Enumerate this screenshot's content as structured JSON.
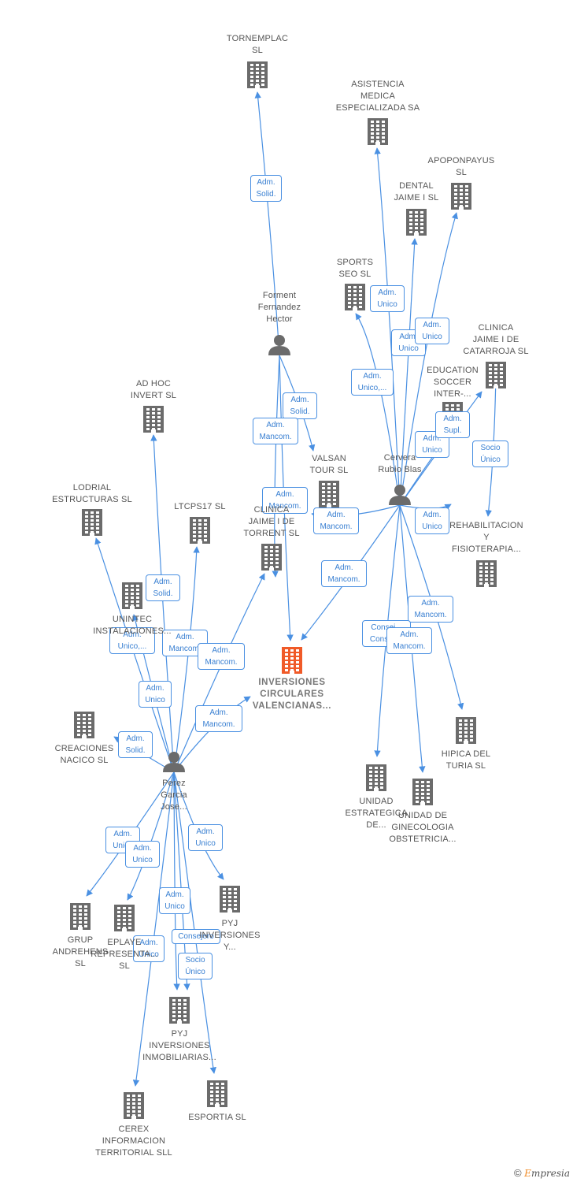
{
  "colors": {
    "edge": "#4a90e2",
    "company": "#6b6b6b",
    "person": "#6b6b6b",
    "focus": "#f05a28"
  },
  "copyright": {
    "symbol": "©",
    "brand_initial": "E",
    "brand_rest": "mpresia"
  },
  "nodes": [
    {
      "id": "tornemplac",
      "type": "company",
      "label": [
        "TORNEMPLAC",
        "SL"
      ]
    },
    {
      "id": "asistencia",
      "type": "company",
      "label": [
        "ASISTENCIA",
        "MEDICA",
        "ESPECIALIZADA SA"
      ]
    },
    {
      "id": "apoponpayus",
      "type": "company",
      "label": [
        "APOPONPAYUS",
        "SL"
      ]
    },
    {
      "id": "dental",
      "type": "company",
      "label": [
        "DENTAL",
        "JAIME I SL"
      ]
    },
    {
      "id": "sports",
      "type": "company",
      "label": [
        "SPORTS",
        "SEO  SL"
      ]
    },
    {
      "id": "clinica_catarroja",
      "type": "company",
      "label": [
        "CLINICA",
        "JAIME I DE",
        "CATARROJA SL"
      ]
    },
    {
      "id": "education",
      "type": "company",
      "label": [
        "EDUCATION",
        "SOCCER",
        "INTER-..."
      ]
    },
    {
      "id": "forment",
      "type": "person",
      "label": [
        "Forment",
        "Fernandez",
        "Hector"
      ]
    },
    {
      "id": "adhoc",
      "type": "company",
      "label": [
        "AD HOC",
        "INVERT  SL"
      ]
    },
    {
      "id": "valsan",
      "type": "company",
      "label": [
        "VALSAN",
        "TOUR  SL"
      ]
    },
    {
      "id": "cervera",
      "type": "person",
      "label": [
        "Cervera",
        "Rubio Blas"
      ]
    },
    {
      "id": "lodrial",
      "type": "company",
      "label": [
        "LODRIAL",
        "ESTRUCTURAS SL"
      ]
    },
    {
      "id": "ltcps",
      "type": "company",
      "label": [
        "LTCPS17  SL"
      ]
    },
    {
      "id": "clinica_torrent",
      "type": "company",
      "label": [
        "CLINICA",
        "JAIME I DE",
        "TORRENT  SL"
      ]
    },
    {
      "id": "rehabilitacion",
      "type": "company",
      "label": [
        "REHABILITACION",
        "Y",
        "FISIOTERAPIA..."
      ]
    },
    {
      "id": "unintec",
      "type": "company",
      "label": [
        "UNINTEC",
        "INSTALACIONES..."
      ]
    },
    {
      "id": "inversiones",
      "type": "focus",
      "label": [
        "INVERSIONES",
        "CIRCULARES",
        "VALENCIANAS..."
      ]
    },
    {
      "id": "creaciones",
      "type": "company",
      "label": [
        "CREACIONES",
        "NACICO  SL"
      ]
    },
    {
      "id": "perez",
      "type": "person",
      "label": [
        "Perez",
        "Garcia",
        "Jose..."
      ]
    },
    {
      "id": "hipica",
      "type": "company",
      "label": [
        "HIPICA DEL",
        "TURIA SL"
      ]
    },
    {
      "id": "unidad_estrategica",
      "type": "company",
      "label": [
        "UNIDAD",
        "ESTRATEGICA",
        "DE..."
      ]
    },
    {
      "id": "unidad_ginecologia",
      "type": "company",
      "label": [
        "UNIDAD DE",
        "GINECOLOGIA",
        "OBSTETRICIA..."
      ]
    },
    {
      "id": "pyj_inversiones",
      "type": "company",
      "label": [
        "PYJ",
        "INVERSIONES",
        "Y..."
      ]
    },
    {
      "id": "grup",
      "type": "company",
      "label": [
        "GRUP",
        "ANDREHENS",
        "SL"
      ]
    },
    {
      "id": "eplaye",
      "type": "company",
      "label": [
        "EPLAYE",
        "REPRESENTA...",
        "SL"
      ]
    },
    {
      "id": "pyj_inmobiliarias",
      "type": "company",
      "label": [
        "PYJ",
        "INVERSIONES",
        "INMOBILIARIAS..."
      ]
    },
    {
      "id": "cerex",
      "type": "company",
      "label": [
        "CEREX",
        "INFORMACION",
        "TERRITORIAL SLL"
      ]
    },
    {
      "id": "esportia",
      "type": "company",
      "label": [
        "ESPORTIA  SL"
      ]
    }
  ],
  "edges": [
    {
      "from": "forment",
      "to": "tornemplac",
      "label": [
        "Adm.",
        "Solid."
      ]
    },
    {
      "from": "forment",
      "to": "valsan",
      "label": [
        "Adm.",
        "Solid."
      ]
    },
    {
      "from": "forment",
      "to": "inversiones",
      "label": [
        "Adm.",
        "Mancom."
      ]
    },
    {
      "from": "forment",
      "to": "clinica_torrent",
      "label": [
        "Adm.",
        "Mancom."
      ]
    },
    {
      "from": "cervera",
      "to": "asistencia",
      "label": [
        "Adm.",
        "Unico"
      ]
    },
    {
      "from": "cervera",
      "to": "dental",
      "label": [
        "Adm.",
        "Unico"
      ]
    },
    {
      "from": "cervera",
      "to": "apoponpayus",
      "label": [
        "Adm.",
        "Unico"
      ]
    },
    {
      "from": "cervera",
      "to": "sports",
      "label": [
        "Adm.",
        "Unico,..."
      ]
    },
    {
      "from": "cervera",
      "to": "education",
      "label": [
        "Adm.",
        "Unico"
      ]
    },
    {
      "from": "cervera",
      "to": "clinica_catarroja",
      "label": [
        "Adm.",
        "Supl."
      ]
    },
    {
      "from": "cervera",
      "to": "valsan",
      "label": [
        "Adm.",
        "Mancom."
      ]
    },
    {
      "from": "cervera",
      "to": "inversiones",
      "label": [
        "Adm.",
        "Mancom."
      ]
    },
    {
      "from": "cervera",
      "to": "rehabilitacion",
      "label": [
        "Adm.",
        "Unico"
      ]
    },
    {
      "from": "cervera",
      "to": "hipica",
      "label": [
        "Adm.",
        "Mancom."
      ]
    },
    {
      "from": "cervera",
      "to": "unidad_estrategica",
      "label": [
        "Consej. ,",
        "Consej...."
      ]
    },
    {
      "from": "cervera",
      "to": "unidad_ginecologia",
      "label": [
        "Adm.",
        "Mancom."
      ]
    },
    {
      "from": "clinica_catarroja",
      "to": "rehabilitacion",
      "label": [
        "Socio",
        "Único"
      ]
    },
    {
      "from": "perez",
      "to": "adhoc",
      "label": [
        "Adm.",
        "Solid."
      ]
    },
    {
      "from": "perez",
      "to": "lodrial",
      "label": [
        "Adm.",
        "Unico,..."
      ]
    },
    {
      "from": "perez",
      "to": "ltcps",
      "label": [
        "Adm.",
        "Mancom."
      ]
    },
    {
      "from": "perez",
      "to": "clinica_torrent",
      "label": [
        "Adm.",
        "Mancom."
      ]
    },
    {
      "from": "perez",
      "to": "unintec",
      "label": [
        "Adm.",
        "Unico"
      ]
    },
    {
      "from": "perez",
      "to": "inversiones",
      "label": [
        "Adm.",
        "Mancom."
      ]
    },
    {
      "from": "perez",
      "to": "creaciones",
      "label": [
        "Adm.",
        "Solid."
      ]
    },
    {
      "from": "perez",
      "to": "grup",
      "label": [
        "Adm.",
        "Unico"
      ]
    },
    {
      "from": "perez",
      "to": "eplaye",
      "label": [
        "Adm.",
        "Unico"
      ]
    },
    {
      "from": "perez",
      "to": "pyj_inversiones",
      "label": [
        "Adm.",
        "Unico"
      ]
    },
    {
      "from": "perez",
      "to": "pyj_inmobiliarias",
      "label": [
        "Adm.",
        "Unico"
      ]
    },
    {
      "from": "perez",
      "to": "cerex",
      "label": [
        "Adm.",
        "Unico"
      ]
    },
    {
      "from": "perez",
      "to": "esportia",
      "label": [
        "Socio",
        "Único"
      ]
    },
    {
      "from": "perez",
      "to": "pyj_inmobiliarias",
      "label": [
        "Consejero"
      ]
    }
  ]
}
